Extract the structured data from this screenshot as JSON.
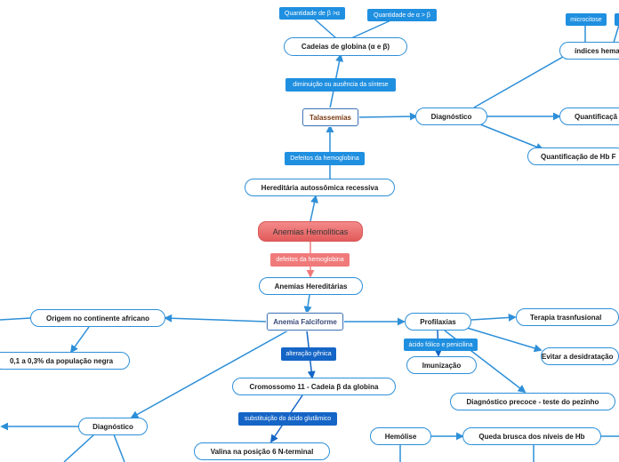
{
  "central": "Anemias Hemolíticas",
  "nodes": {
    "hereditaria": "Hereditária autossômica recessiva",
    "talassemias": "Talassemias",
    "cadeias": "Cadeias de globina (α e β)",
    "diag_tal": "Diagnóstico",
    "indices": "índices hema",
    "quantifica_cut": "Quantificaçã",
    "quant_hbf": "Quantificação de Hb F",
    "anemias_hered": "Anemias Hereditárias",
    "anemia_falc": "Anemia Falciforme",
    "origem": "Origem no continente africano",
    "pop_negra": "0,1 a 0,3% da população negra",
    "profilaxias": "Profilaxias",
    "terapia": "Terapia trasnfusional",
    "evitar": "Evitar a desidratação",
    "imunizacao": "Imunização",
    "diag_precoce": "Diagnóstico precoce - teste do pezinho",
    "cromossomo": "Cromossomo 11 - Cadeia β da globina",
    "valina": "Valina na posição 6 N-terminal",
    "diag_falc": "Diagnóstico",
    "hemolise": "Hemólise",
    "queda": "Queda brusca dos níveis de Hb"
  },
  "labels": {
    "qtd_beta": "Quantidade de β >α",
    "qtd_alfa": "Quantidade de α > β",
    "microcitose": "microcitose",
    "diminuicao": "diminuição ou ausência da síntese",
    "defeitos_hemo": "Defeitos da hemoglobina",
    "defeitos_hemo_red": "defeitos da hemoglobina",
    "alteracao": "alteração gênica",
    "acido": "ácido fólico e penicilina",
    "substituicao": "substituição do ácido glutâmico"
  },
  "colors": {
    "link_blue": "#2d8fd8",
    "label_blue": "#1f8fe0",
    "label_dark": "#1565c6",
    "central_red": "#e25b5b",
    "label_red": "#f07a7a"
  }
}
